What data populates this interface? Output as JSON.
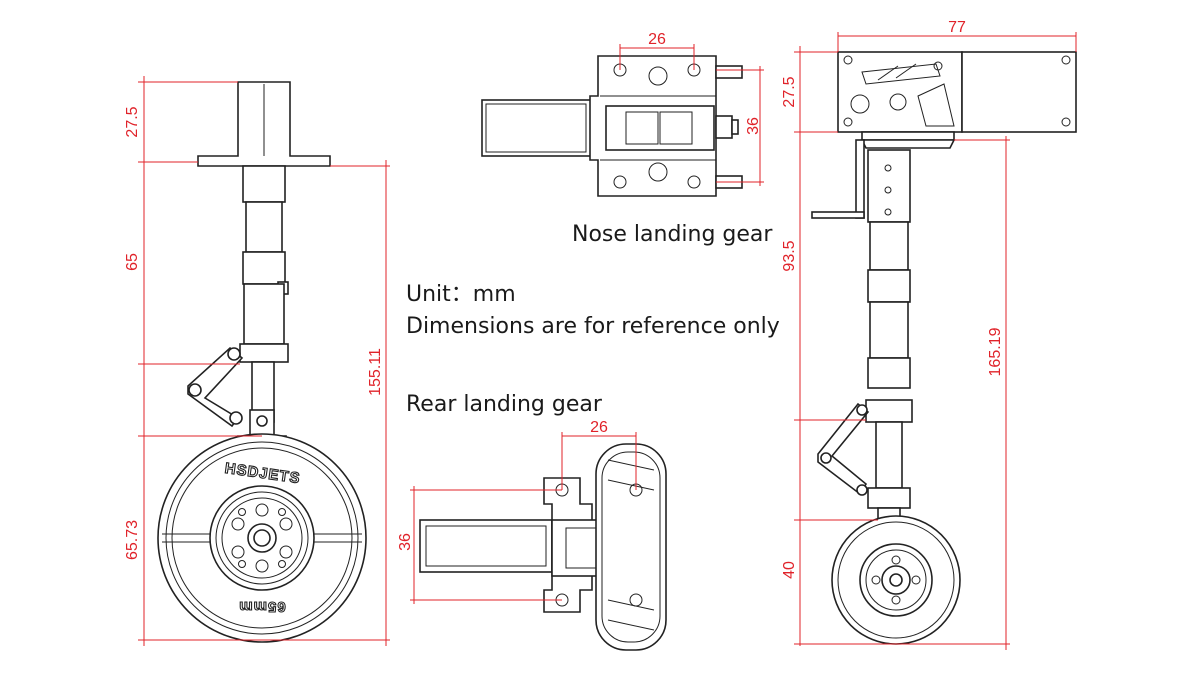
{
  "captions": {
    "nose": "Nose landing gear",
    "unit": "Unit：mm",
    "note": "Dimensions are for reference only",
    "rear": "Rear landing gear"
  },
  "tire_text": {
    "brand": "HSDJETS",
    "size": "65mm"
  },
  "dimensions": {
    "left_27_5": "27.5",
    "left_65": "65",
    "left_65_73": "65.73",
    "left_155_11": "155.11",
    "nose_26": "26",
    "nose_36": "36",
    "rear_26": "26",
    "rear_36": "36",
    "right_77": "77",
    "right_27_5": "27.5",
    "right_93_5": "93.5",
    "right_165_19": "165.19",
    "right_40": "40"
  },
  "colors": {
    "dimension": "#e0232a",
    "line": "#222222",
    "background": "#ffffff"
  }
}
